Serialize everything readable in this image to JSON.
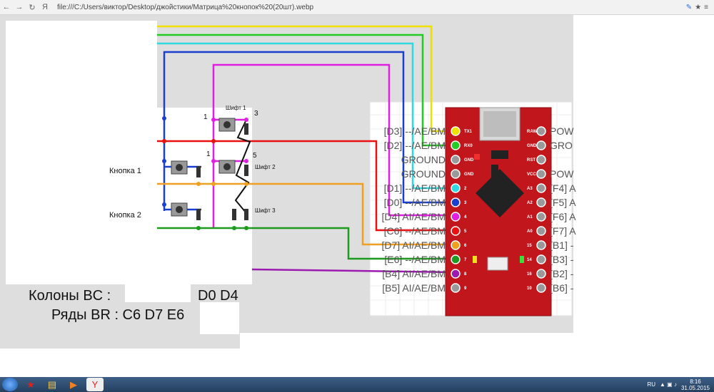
{
  "browser": {
    "url": "file:///C:/Users/виктор/Desktop/джойстики/Матрица%20кнопок%20(20шт).webp",
    "back_icon": "←",
    "forward_icon": "→",
    "reload_icon": "↻",
    "yandex_icon": "Я"
  },
  "diagram": {
    "button1": "Кнопка 1",
    "button2": "Кнопка 2",
    "shift1": "Шифт 1",
    "shift2": "Шифт 2",
    "shift3": "Шифт 3",
    "pin1a": "1",
    "pin3": "3",
    "pin1b": "1",
    "pin5": "5",
    "columns": "Колоны BC :",
    "columns_val": "D0 D4",
    "rows": "Ряды BR : C6 D7 E6",
    "left_pins": [
      "[D3] --/AE/BM",
      "[D2] --/AE/BM",
      "GROUND",
      "GROUND",
      "[D1] --/AE/BM",
      "[D0] --/AE/BM",
      "[D4] AI/AE/BM",
      "[C6] --/AE/BM",
      "[D7] AI/AE/BM",
      "[E6] --/AE/BM",
      "[B4] AI/AE/BM",
      "[B5] AI/AE/BM"
    ],
    "right_pins": [
      "POW",
      "GRO",
      "",
      "POW",
      "[F4] A",
      "[F5] A",
      "[F6] A",
      "[F7] A",
      "[B1] -",
      "[B3] -",
      "[B2] -",
      "[B6] -"
    ],
    "board_left_labels": [
      "TX1",
      "RX0",
      "GND",
      "GND",
      "2",
      "3",
      "4",
      "5",
      "6",
      "7",
      "8",
      "9"
    ],
    "board_right_labels": [
      "RAW",
      "GND",
      "RST",
      "VCC",
      "A3",
      "A2",
      "A1",
      "A0",
      "15",
      "14",
      "16",
      "10"
    ]
  },
  "taskbar": {
    "lang": "RU",
    "time": "8:16",
    "date": "31.05.2015"
  }
}
